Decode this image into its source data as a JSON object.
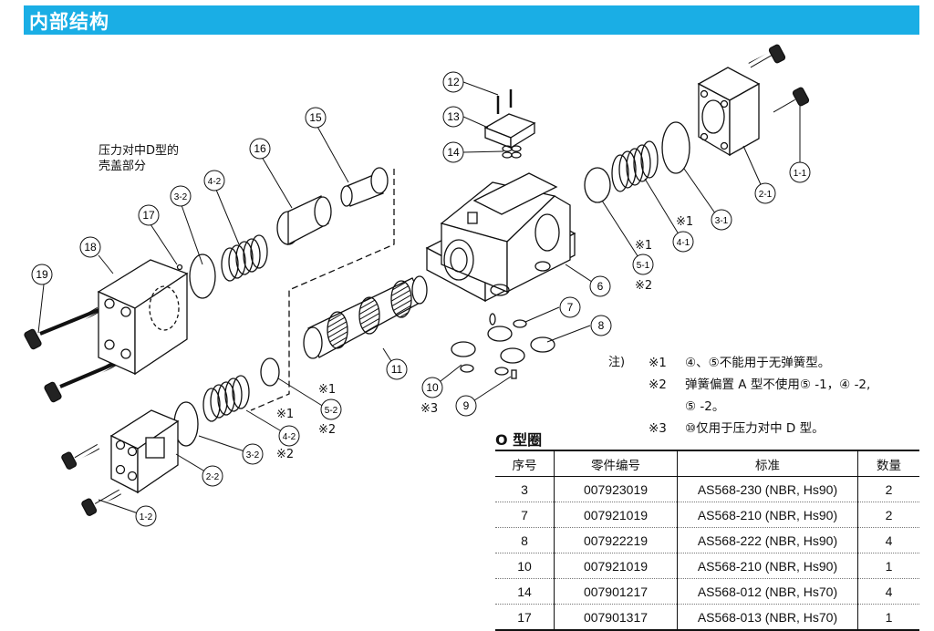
{
  "header": {
    "title": "内部结构",
    "color": "#1aaee5"
  },
  "diagram": {
    "caption_line1": "压力对中D型的",
    "caption_line2": "壳盖部分",
    "callouts": [
      "12",
      "13",
      "14",
      "15",
      "16",
      "17",
      "18",
      "19",
      "4-2",
      "3-2",
      "1-1",
      "2-1",
      "3-1",
      "4-1",
      "5-1",
      "6",
      "7",
      "8",
      "9",
      "10",
      "11",
      "5-2",
      "4-2",
      "3-2",
      "2-2",
      "1-2"
    ],
    "marks": {
      "m1a": "※1",
      "m1b": "※1",
      "m2a": "※2",
      "m1c": "※1",
      "m2b": "※2",
      "m1d": "※1",
      "m2c": "※2",
      "m3": "※3"
    }
  },
  "notes": {
    "label": "注)",
    "items": [
      {
        "mark": "※1",
        "text": "④、⑤不能用于无弹簧型。"
      },
      {
        "mark": "※2",
        "text": "弹簧偏置 A 型不使用⑤ -1，④ -2,"
      },
      {
        "mark": "",
        "text": "⑤ -2。"
      },
      {
        "mark": "※3",
        "text": "⑩仅用于压力对中 D 型。"
      }
    ]
  },
  "oring_table": {
    "title": "O 型圈",
    "headers": [
      "序号",
      "零件编号",
      "标准",
      "数量"
    ],
    "rows": [
      [
        "3",
        "007923019",
        "AS568-230 (NBR, Hs90)",
        "2"
      ],
      [
        "7",
        "007921019",
        "AS568-210 (NBR, Hs90)",
        "2"
      ],
      [
        "8",
        "007922219",
        "AS568-222 (NBR, Hs90)",
        "4"
      ],
      [
        "10",
        "007921019",
        "AS568-210 (NBR, Hs90)",
        "1"
      ],
      [
        "14",
        "007901217",
        "AS568-012 (NBR, Hs70)",
        "4"
      ],
      [
        "17",
        "007901317",
        "AS568-013 (NBR, Hs70)",
        "1"
      ]
    ]
  }
}
